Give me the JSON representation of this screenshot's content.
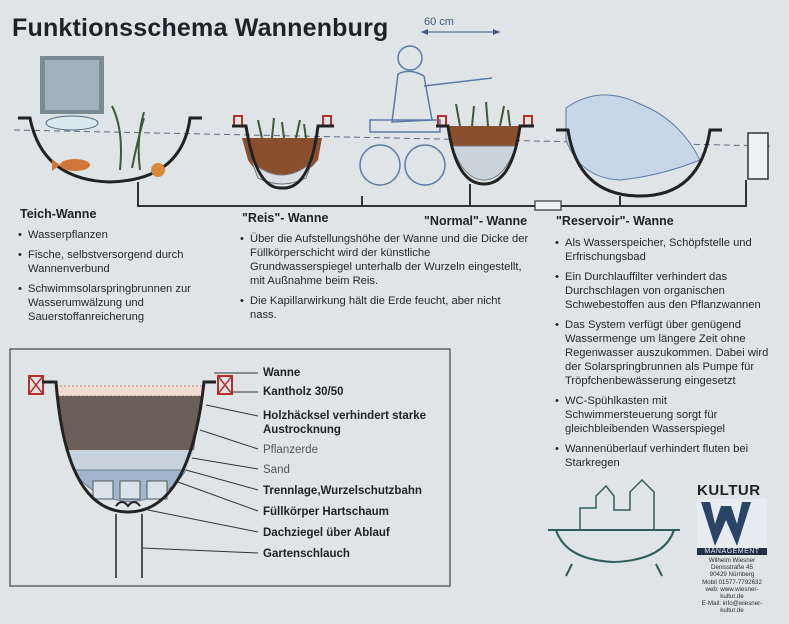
{
  "title": "Funktionsschema Wannenburg",
  "dimension_label": "60 cm",
  "tubs": [
    {
      "name": "Teich-Wanne",
      "bullets": [
        "Wasserpflanzen",
        "Fische, selbstversorgend durch Wannenverbund",
        "Schwimmsolarspringbrunnen zur Wasserumwälzung und Sauerstoffanreicherung"
      ]
    },
    {
      "name": "\"Reis\"- Wanne",
      "bullets": [
        "Über die Aufstellungshöhe der Wanne und die Dicke der Füllkörperschicht wird der künstliche Grundwasserspiegel unterhalb der Wurzeln eingestellt, mit Außnahme beim Reis.",
        "Die Kapillarwirkung hält die Erde feucht, aber nicht nass."
      ]
    },
    {
      "name": "\"Normal\"- Wanne",
      "bullets": []
    },
    {
      "name": "\"Reservoir\"- Wanne",
      "bullets": [
        "Als Wasserspeicher, Schöpfstelle und Erfrischungsbad",
        "Ein Durchlauffilter verhindert das Durchschlagen von organischen Schwebestoffen aus den Pflanzwannen",
        "Das System verfügt über genügend Wassermenge um längere Zeit ohne Regenwasser auszukommen. Dabei wird der Solarspringbrunnen als Pumpe für Tröpfchenbewässerung eingesetzt",
        "WC-Spühlkasten mit Schwimmersteuerung sorgt für gleichbleibenden Wasserspiegel",
        "Wannenüberlauf verhindert fluten bei Starkregen"
      ]
    }
  ],
  "legend": [
    {
      "label": "Wanne",
      "light": false
    },
    {
      "label": "Kantholz 30/50",
      "light": false
    },
    {
      "label": "Holzhäcksel verhindert starke Austrocknung",
      "light": false
    },
    {
      "label": "Pflanzerde",
      "light": true
    },
    {
      "label": "Sand",
      "light": true
    },
    {
      "label": "Trennlage,Wurzelschutzbahn",
      "light": false
    },
    {
      "label": "Füllkörper Hartschaum",
      "light": false
    },
    {
      "label": "Dachziegel über Ablauf",
      "light": false
    },
    {
      "label": "Gartenschlauch",
      "light": false
    }
  ],
  "logo": {
    "name": "KULTUR",
    "sub": "MANAGEMENT",
    "address_lines": [
      "Wilhelm Wiesner",
      "Denisstraße 45",
      "90429 Nürnberg",
      "Mobil 01577-7792632",
      "web: www.wiesner-kultur.de",
      "E-Mail: info@wiesner-kultur.de"
    ]
  },
  "colors": {
    "board": "#dfe4e6",
    "ink": "#1e2226",
    "soil": "#6b4a3a",
    "rice_soil": "#8a4f2e",
    "pebbles": "#c9d3dc",
    "tub_line": "#222222",
    "red_box": "#b8302a",
    "logo_blue": "#1f3046"
  }
}
